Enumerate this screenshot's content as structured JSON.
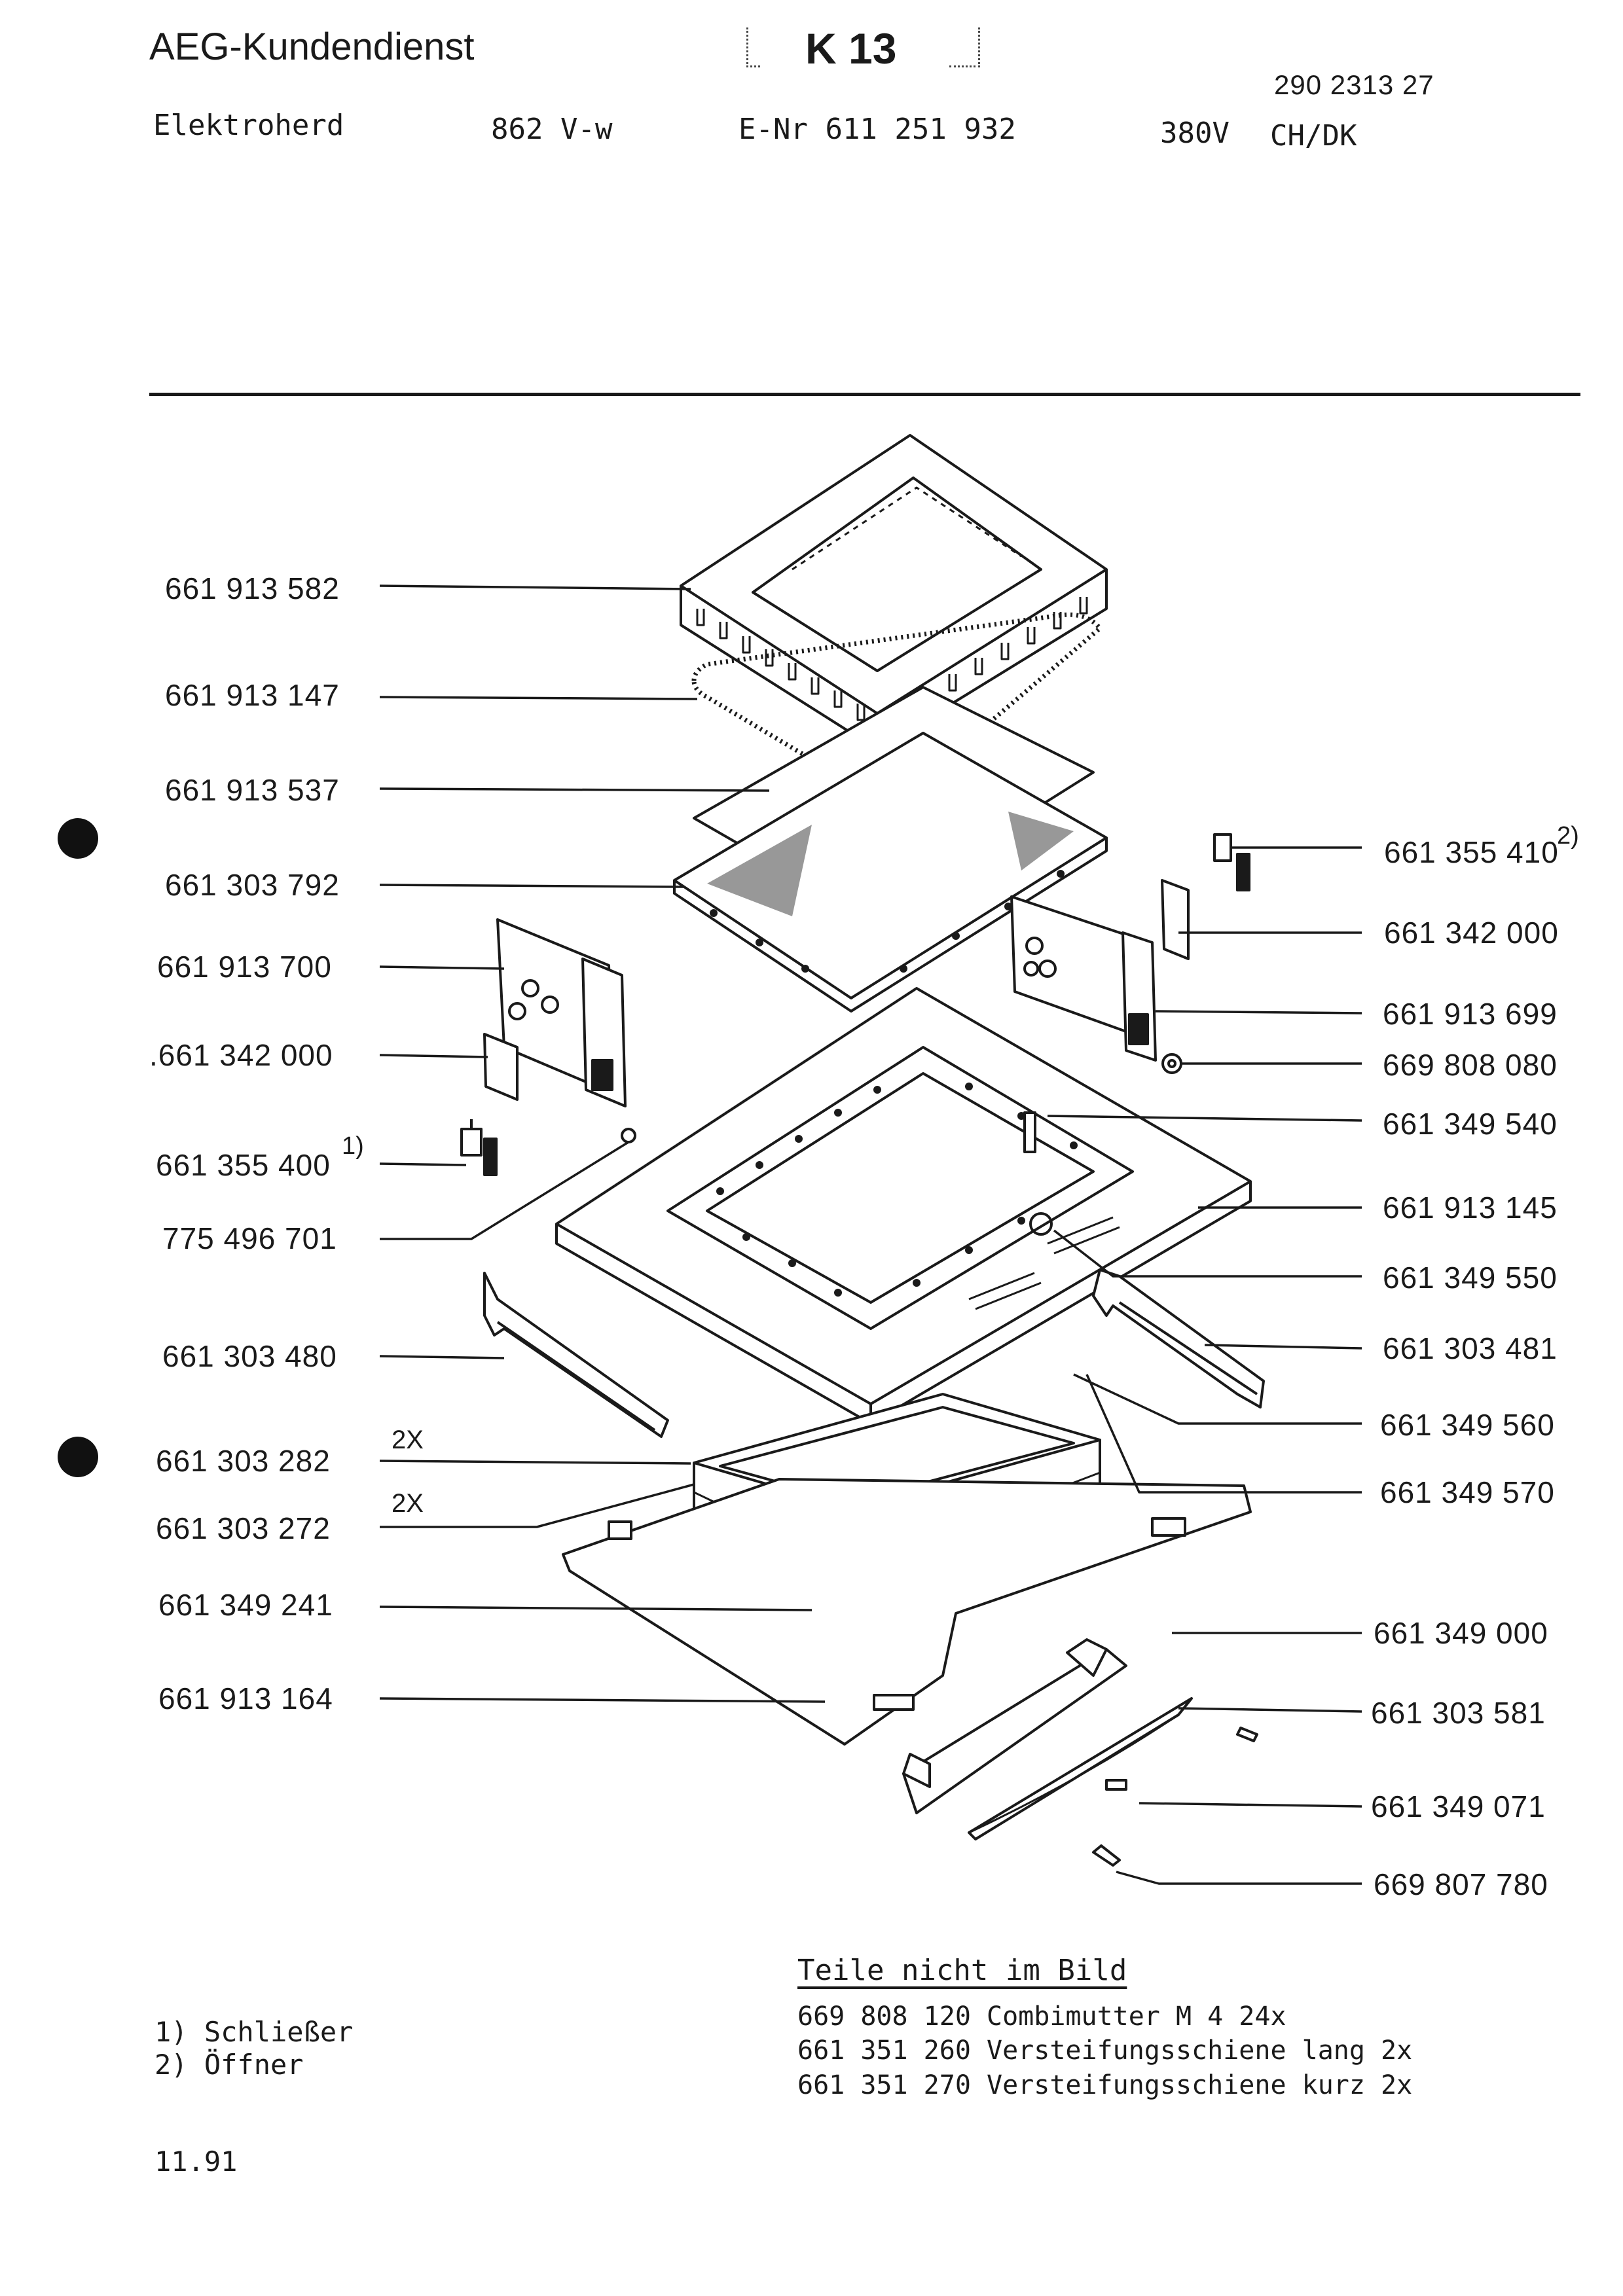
{
  "header": {
    "service": "AEG-Kundendienst",
    "sheet_code": "K 13",
    "doc_number": "290 2313 27",
    "product": "Elektroherd",
    "model": "862 V-w",
    "e_nr": "E-Nr 611 251 932",
    "voltage": "380V",
    "region": "CH/DK"
  },
  "left_labels": [
    {
      "text": "661 913 582"
    },
    {
      "text": "661 913 147"
    },
    {
      "text": "661 913 537"
    },
    {
      "text": "661 303 792"
    },
    {
      "text": "661 913 700"
    },
    {
      "text": ".661 342 000"
    },
    {
      "text": "661 355 400",
      "note": "1)"
    },
    {
      "text": "775 496 701"
    },
    {
      "text": "661 303 480"
    },
    {
      "text": "661 303 282",
      "qty": "2X"
    },
    {
      "text": "661 303 272",
      "qty": "2X"
    },
    {
      "text": "661 349 241"
    },
    {
      "text": "661 913 164"
    }
  ],
  "right_labels": [
    {
      "text": "661 355 410",
      "note": "2)"
    },
    {
      "text": "661 342 000"
    },
    {
      "text": "661 913 699"
    },
    {
      "text": "669 808 080"
    },
    {
      "text": "661 349 540"
    },
    {
      "text": "661 913 145"
    },
    {
      "text": "661 349 550"
    },
    {
      "text": "661 303 481"
    },
    {
      "text": "661 349 560"
    },
    {
      "text": "661 349 570"
    },
    {
      "text": "661 349 000"
    },
    {
      "text": "661 303 581"
    },
    {
      "text": "661 349 071"
    },
    {
      "text": "669 807 780"
    }
  ],
  "not_shown": {
    "title": "Teile nicht im Bild",
    "items": [
      "669 808 120 Combimutter M 4 24x",
      "661 351 260 Versteifungsschiene lang 2x",
      "661 351 270 Versteifungsschiene kurz 2x"
    ]
  },
  "footnotes": {
    "n1": "1) Schließer",
    "n2": "2) Öffner"
  },
  "date": "11.91"
}
